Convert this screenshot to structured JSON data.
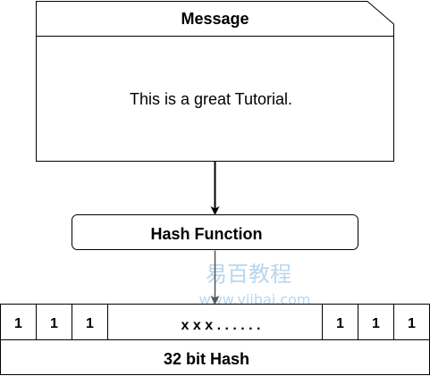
{
  "message": {
    "title": "Message",
    "body": "This is a great Tutorial."
  },
  "hash_function": {
    "label": "Hash Function"
  },
  "hash_output": {
    "bits_left": [
      "1",
      "1",
      "1"
    ],
    "middle": "x x x . . . . . .",
    "bits_right": [
      "1",
      "1",
      "1"
    ],
    "caption": "32 bit Hash"
  },
  "watermark": {
    "title": "易百教程",
    "url": "www.yiibai.com"
  },
  "colors": {
    "stroke": "#000000",
    "watermark": "#7fb5e0",
    "arrow_light": "#555555"
  }
}
